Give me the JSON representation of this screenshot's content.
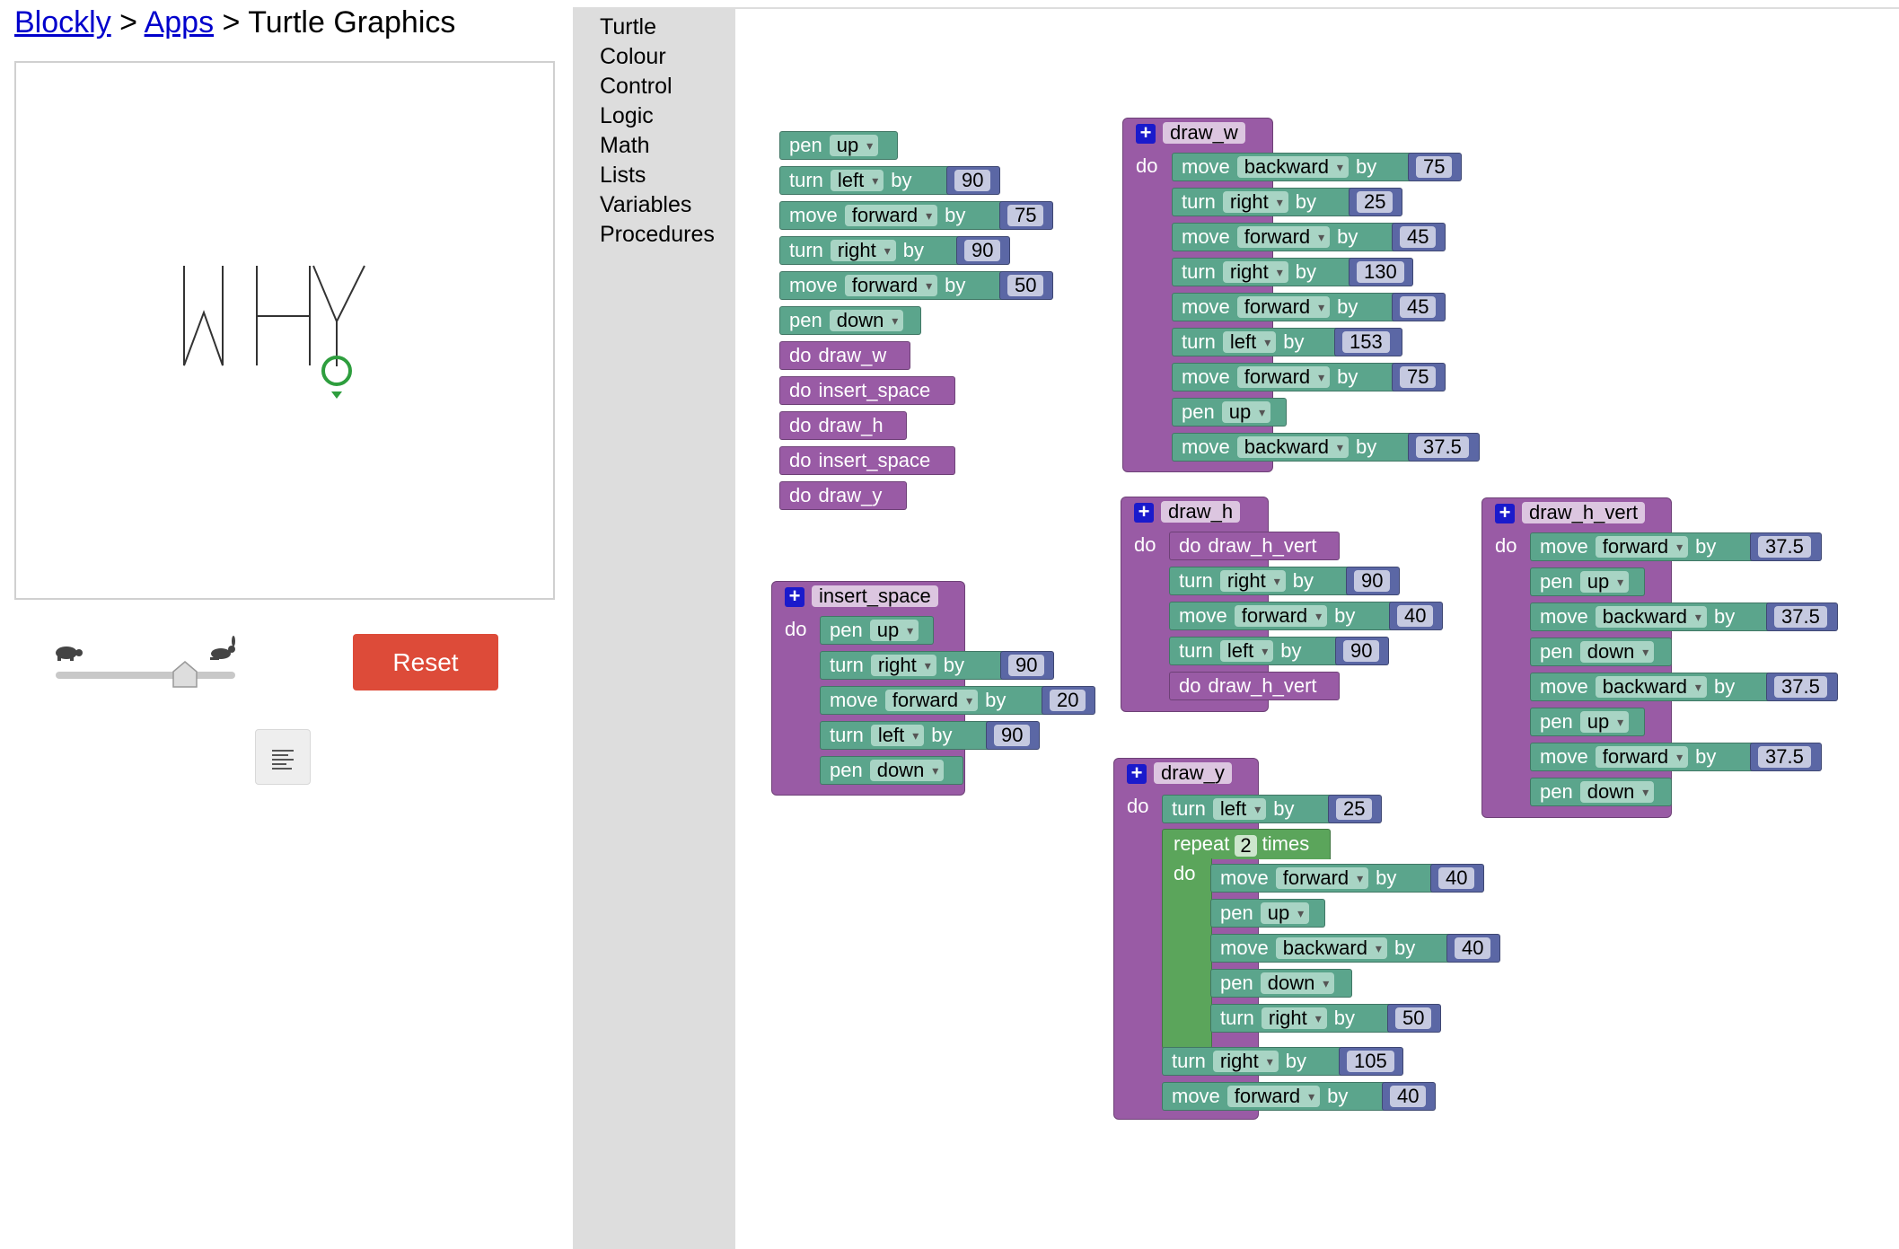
{
  "breadcrumb": {
    "link1": "Blockly",
    "sep1": ">",
    "link2": "Apps",
    "sep2": ">",
    "title": "Turtle Graphics"
  },
  "controls": {
    "reset_label": "Reset",
    "speed_level": 0.7
  },
  "toolbox": [
    "Turtle",
    "Colour",
    "Control",
    "Logic",
    "Math",
    "Lists",
    "Variables",
    "Procedures"
  ],
  "words": {
    "pen": "pen",
    "turn": "turn",
    "move": "move",
    "by": "by",
    "do": "do",
    "repeat": "repeat",
    "times": "times"
  },
  "values": {
    "up": "up",
    "down": "down",
    "left": "left",
    "right": "right",
    "forward": "forward",
    "backward": "backward"
  },
  "procedures": {
    "draw_w": "draw_w",
    "draw_h": "draw_h",
    "draw_h_vert": "draw_h_vert",
    "insert_space": "insert_space",
    "draw_y": "draw_y"
  },
  "numbers": {
    "main_turn1": "90",
    "main_move1": "75",
    "main_turn2": "90",
    "main_move2": "50",
    "w1": "75",
    "w2": "25",
    "w3": "45",
    "w4": "130",
    "w5": "45",
    "w6": "153",
    "w7": "75",
    "w8": "37.5",
    "s1": "90",
    "s2": "20",
    "s3": "90",
    "h1": "90",
    "h2": "40",
    "h3": "90",
    "hv1": "37.5",
    "hv2": "37.5",
    "hv3": "37.5",
    "hv4": "37.5",
    "y1": "25",
    "y_rep": "2",
    "y2": "40",
    "y3": "40",
    "y4": "50",
    "y5": "105",
    "y6": "40"
  },
  "drawing": {
    "text": "WHY",
    "turtle_color": "#2e9e3e"
  },
  "colors": {
    "turtle_block": "#5ba58c",
    "procedure_block": "#995ba5",
    "logic_block": "#5ba55b",
    "math_block": "#5b67a5",
    "reset": "#dd4b39"
  }
}
